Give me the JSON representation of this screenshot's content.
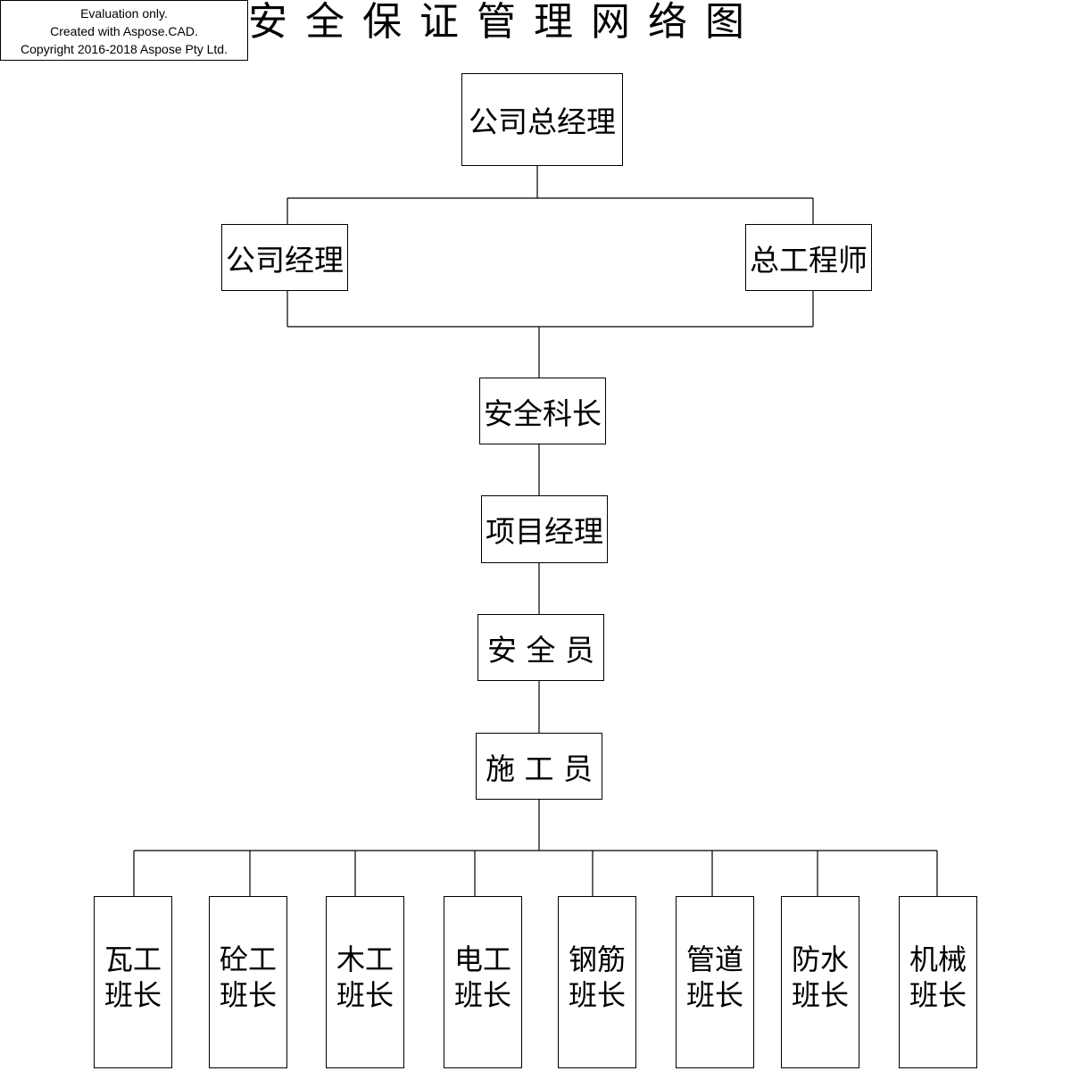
{
  "watermark": {
    "line1": "Evaluation only.",
    "line2": "Created with Aspose.CAD.",
    "line3": "Copyright 2016-2018 Aspose Pty Ltd."
  },
  "title": "安全保证管理网络图",
  "nodes": {
    "general_manager": "公司总经理",
    "company_manager": "公司经理",
    "chief_engineer": "总工程师",
    "safety_section_chief": "安全科长",
    "project_manager": "项目经理",
    "safety_officer": "安 全 员",
    "construction_worker": "施 工 员"
  },
  "teams": [
    {
      "line1": "瓦工",
      "line2": "班长"
    },
    {
      "line1": "砼工",
      "line2": "班长"
    },
    {
      "line1": "木工",
      "line2": "班长"
    },
    {
      "line1": "电工",
      "line2": "班长"
    },
    {
      "line1": "钢筋",
      "line2": "班长"
    },
    {
      "line1": "管道",
      "line2": "班长"
    },
    {
      "line1": "防水",
      "line2": "班长"
    },
    {
      "line1": "机械",
      "line2": "班长"
    }
  ]
}
